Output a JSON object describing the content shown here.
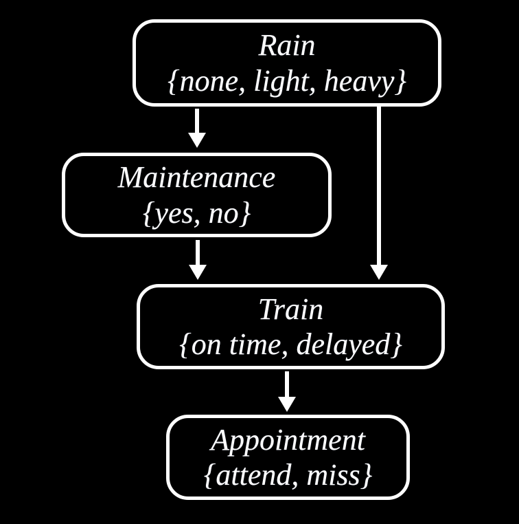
{
  "diagram": {
    "type": "bayesian-network",
    "background_color": "#000000",
    "node_border_color": "#ffffff",
    "text_color": "#ffffff",
    "edge_color": "#ffffff",
    "nodes": [
      {
        "id": "rain",
        "label": "Rain",
        "domain": "{none, light, heavy}"
      },
      {
        "id": "maintenance",
        "label": "Maintenance",
        "domain": "{yes, no}"
      },
      {
        "id": "train",
        "label": "Train",
        "domain": "{on time, delayed}"
      },
      {
        "id": "appointment",
        "label": "Appointment",
        "domain": "{attend, miss}"
      }
    ],
    "edges": [
      {
        "from": "Rain",
        "to": "Maintenance"
      },
      {
        "from": "Rain",
        "to": "Train"
      },
      {
        "from": "Maintenance",
        "to": "Train"
      },
      {
        "from": "Train",
        "to": "Appointment"
      }
    ]
  }
}
